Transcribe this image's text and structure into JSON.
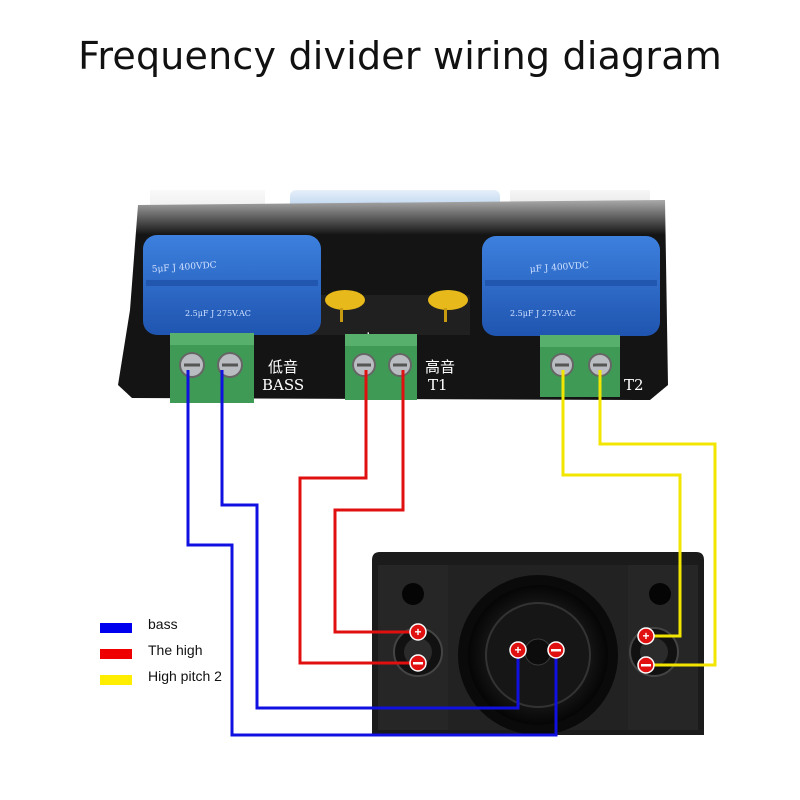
{
  "title": "Frequency divider wiring diagram",
  "board": {
    "terminal_labels": [
      {
        "cn": "低音",
        "en": "BASS"
      },
      {
        "cn": "高音",
        "en": "T1"
      },
      {
        "cn": "",
        "en": "T2"
      }
    ],
    "polarity_plus": "+",
    "polarity_minus": "−",
    "capacitor_text": [
      "5μF J 400VDC",
      "2.5μF J 275V.AC",
      "μF J 400VDC",
      "2.5μF J 275V.AC"
    ]
  },
  "legend": [
    {
      "label": "bass",
      "color": "#0000ee"
    },
    {
      "label": "The high",
      "color": "#ee0000"
    },
    {
      "label": "High pitch 2",
      "color": "#ffee00"
    }
  ],
  "colors": {
    "bass": "#1010e0",
    "high": "#e01010",
    "high2": "#f2e500",
    "pcb": "#111111",
    "terminal": "#3f9a55",
    "capacitor": "#2f6fd0",
    "cabinet": "#1a1a1a"
  }
}
